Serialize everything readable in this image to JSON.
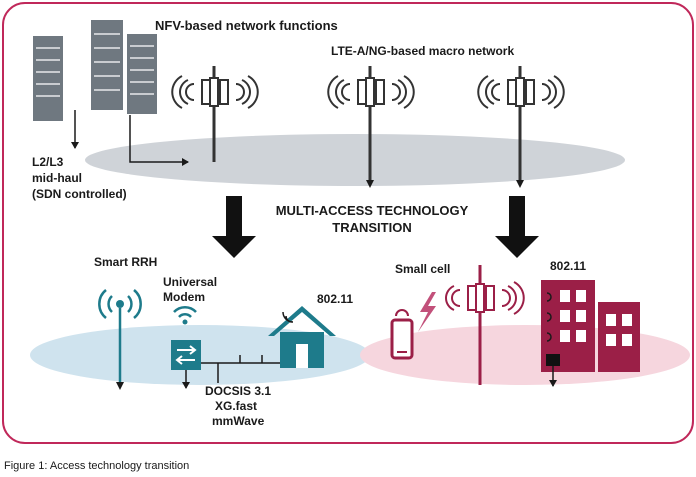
{
  "diagram": {
    "top_label_nfv": "NFV-based network functions",
    "top_label_lte": "LTE-A/NG-based macro network",
    "midhaul_line1": "L2/L3",
    "midhaul_line2": "mid-haul",
    "midhaul_line3": "(SDN controlled)",
    "transition_line1": "MULTI-ACCESS TECHNOLOGY",
    "transition_line2": "TRANSITION",
    "smart_rrh": "Smart RRH",
    "universal_line1": "Universal",
    "universal_line2": "Modem",
    "wifi_left": "802.11",
    "docsis_line1": "DOCSIS 3.1",
    "docsis_line2": "XG.fast",
    "docsis_line3": "mmWave",
    "small_cell": "Small cell",
    "wifi_right": "802.11"
  },
  "caption": "Figure 1: Access technology transition",
  "colors": {
    "frame": "#c0285a",
    "server_gray": "#6f7880",
    "ellipse_gray": "#cfd3d8",
    "ellipse_blue": "#cfe3ee",
    "ellipse_pink": "#f6d6de",
    "teal": "#1e7b8b",
    "maroon": "#9b1f47"
  }
}
